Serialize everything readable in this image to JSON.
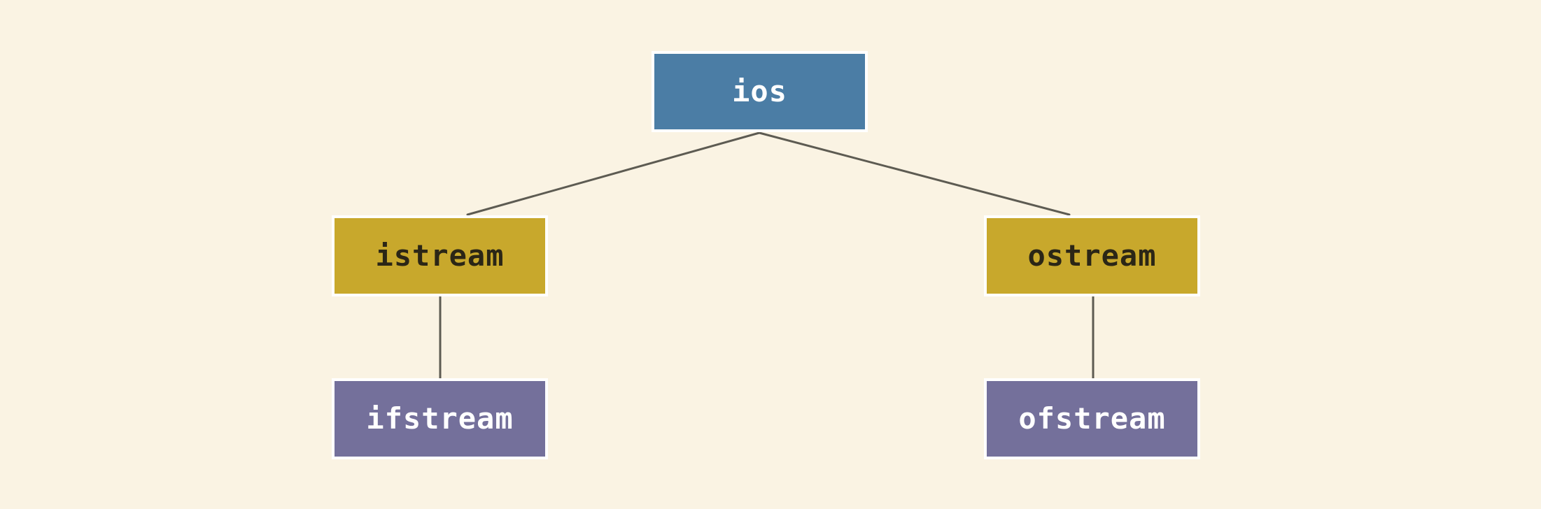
{
  "diagram": {
    "nodes": {
      "ios": {
        "label": "ios"
      },
      "istream": {
        "label": "istream"
      },
      "ostream": {
        "label": "ostream"
      },
      "ifstream": {
        "label": "ifstream"
      },
      "ofstream": {
        "label": "ofstream"
      }
    },
    "edges": [
      {
        "from": "ios",
        "to": "istream"
      },
      {
        "from": "ios",
        "to": "ostream"
      },
      {
        "from": "istream",
        "to": "ifstream"
      },
      {
        "from": "ostream",
        "to": "ofstream"
      }
    ],
    "colors": {
      "background": "#faf3e3",
      "ios_fill": "#4b7da5",
      "middle_fill": "#c8a82c",
      "leaf_fill": "#74709b",
      "connector": "#5d5b52"
    }
  }
}
